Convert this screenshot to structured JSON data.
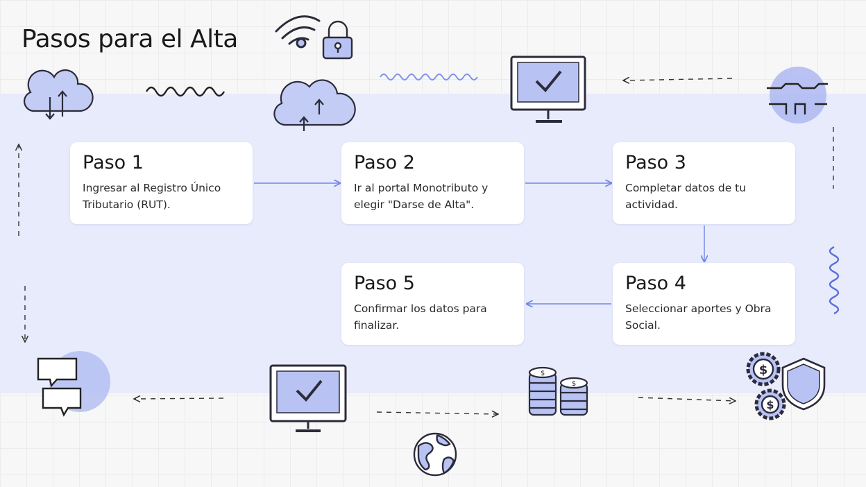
{
  "title": "Pasos para el Alta",
  "steps": [
    {
      "title": "Paso 1",
      "text": "Ingresar al Registro Único Tributario (RUT)."
    },
    {
      "title": "Paso 2",
      "text": "Ir al portal Monotributo y elegir \"Darse de Alta\"."
    },
    {
      "title": "Paso 3",
      "text": "Completar datos de tu actividad."
    },
    {
      "title": "Paso 4",
      "text": "Seleccionar aportes y Obra Social."
    },
    {
      "title": "Paso 5",
      "text": "Confirmar los datos para finalizar."
    }
  ],
  "colors": {
    "band": "#e8ebfc",
    "card": "#ffffff",
    "arrow": "#6f86e8",
    "sketch_fill": "#b9c3f3",
    "ink": "#2b2b3a"
  },
  "decorative_icons": [
    "wifi-icon",
    "lock-icon",
    "cloud-upload-download-icon",
    "cloud-upload-icon",
    "monitor-check-icon",
    "globe-icon",
    "coins-icon",
    "gear-dollar-icon",
    "shield-icon",
    "chat-bubbles-icon",
    "circuit-blob-icon"
  ]
}
